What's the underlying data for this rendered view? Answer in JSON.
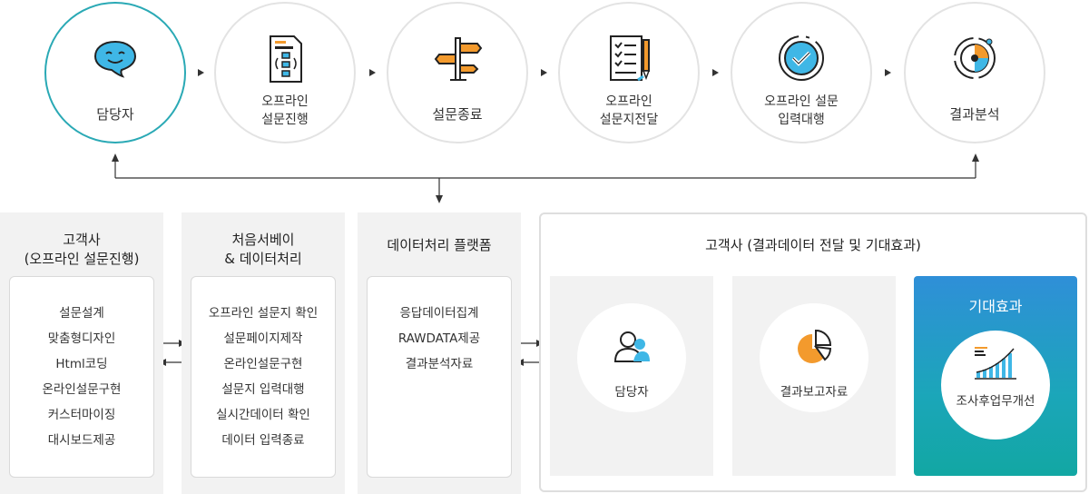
{
  "process_steps": [
    {
      "label": "담당자",
      "icon": "smile-chat-icon"
    },
    {
      "label": "오프라인\n설문진행",
      "icon": "survey-sheet-icon"
    },
    {
      "label": "설문종료",
      "icon": "signpost-icon"
    },
    {
      "label": "오프라인\n설문지전달",
      "icon": "checklist-pencil-icon"
    },
    {
      "label": "오프라인 설문\n입력대행",
      "icon": "check-badge-icon"
    },
    {
      "label": "결과분석",
      "icon": "target-chart-icon"
    }
  ],
  "panels": [
    {
      "title": "고객사\n(오프라인 설문진행)",
      "items": [
        "설문설계",
        "맞춤형디자인",
        "Html코딩",
        "온라인설문구현",
        "커스터마이징",
        "대시보드제공"
      ]
    },
    {
      "title": "처음서베이\n& 데이터처리",
      "items": [
        "오프라인 설문지 확인",
        "설문페이지제작",
        "온라인설문구현",
        "설문지 입력대행",
        "실시간데이터 확인",
        "데이터 입력종료"
      ]
    },
    {
      "title": "데이터처리 플랫폼",
      "items": [
        "응답데이터집계",
        "RAWDATA제공",
        "결과분석자료"
      ]
    }
  ],
  "result_section": {
    "title": "고객사 (결과데이터 전달 및 기대효과)",
    "manager_label": "담당자",
    "report_label": "결과보고자료",
    "effect_title": "기대효과",
    "effect_label": "조사후업무개선"
  },
  "colors": {
    "accent_teal": "#2aa9b5",
    "icon_blue": "#3fb7e6",
    "icon_orange": "#f39a2d",
    "effect_gradient_top": "#2f8fd8",
    "effect_gradient_bottom": "#12a7a3"
  }
}
